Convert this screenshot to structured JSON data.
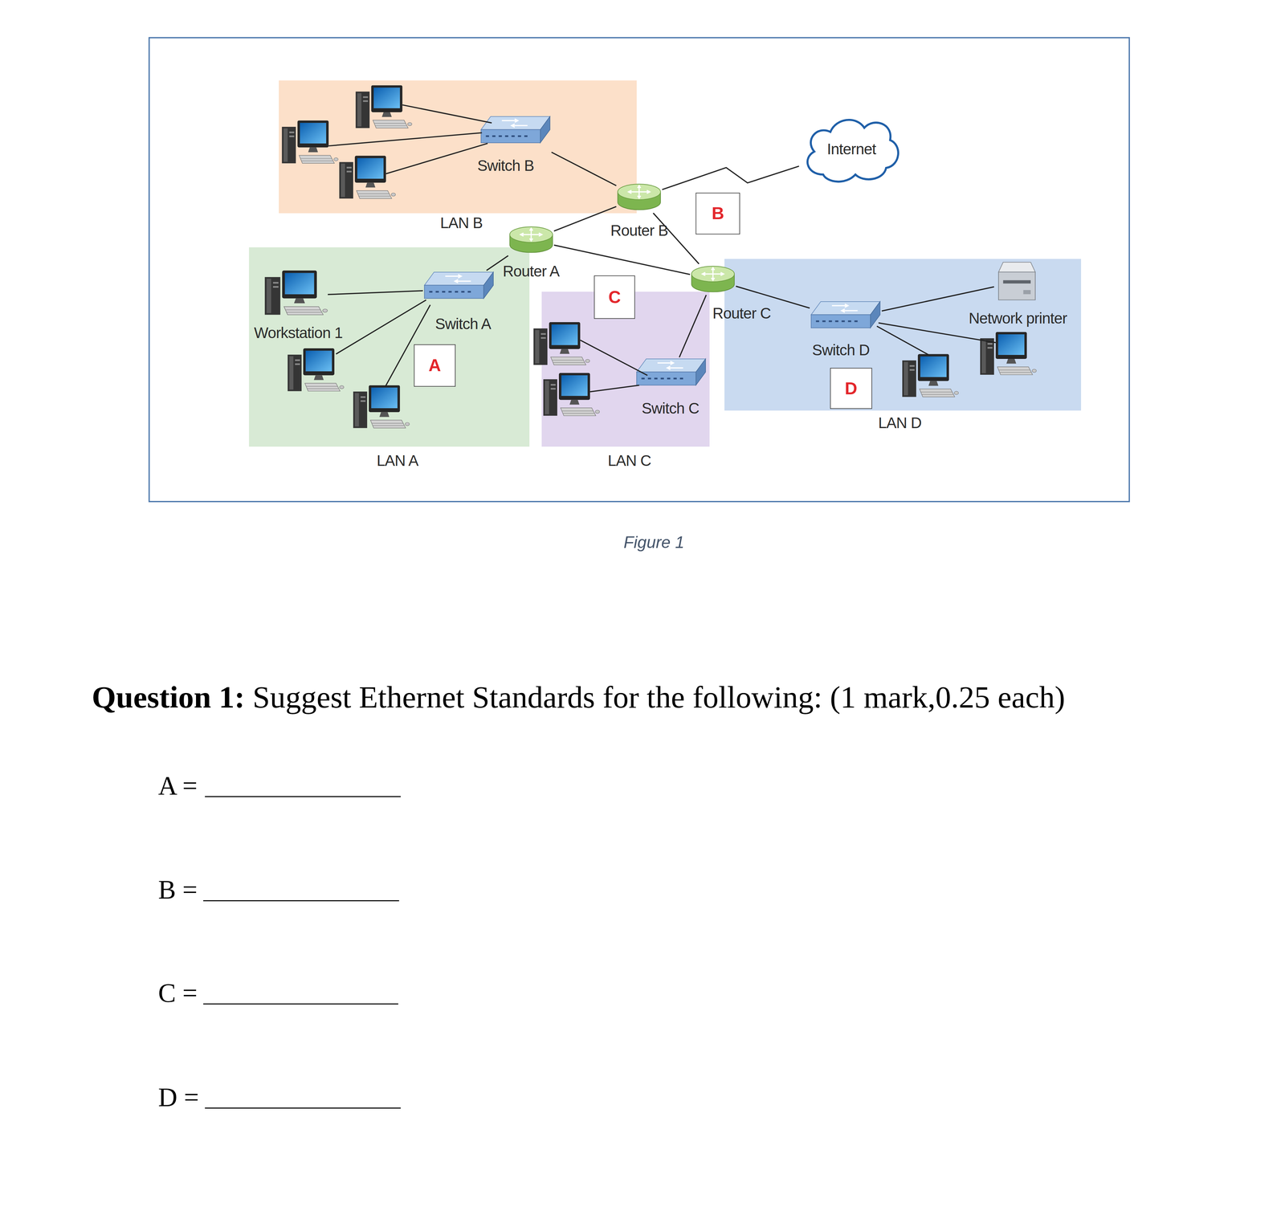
{
  "diagram": {
    "caption": "Figure 1",
    "nodes": [
      {
        "text": [
          "LAN B"
        ]
      },
      {
        "text": [
          "Switch B"
        ],
        "in": 0
      },
      {
        "text": [
          "Internet"
        ]
      },
      {
        "text": [
          "Router B"
        ]
      },
      {
        "text": [
          "B"
        ]
      },
      {
        "text": [
          "Router A"
        ]
      },
      {
        "text": [
          "LAN A"
        ]
      },
      {
        "text": [
          "Switch A"
        ],
        "in": 6
      },
      {
        "text": [
          "Workstation 1"
        ],
        "in": 6
      },
      {
        "text": [
          "A"
        ],
        "in": 6
      },
      {
        "text": [
          "C"
        ]
      },
      {
        "text": [
          "LAN C"
        ]
      },
      {
        "text": [
          "Router C"
        ]
      },
      {
        "text": [
          "Switch C"
        ],
        "in": 11
      },
      {
        "text": [
          "LAN D"
        ]
      },
      {
        "text": [
          "Switch D"
        ],
        "in": 14
      },
      {
        "text": [
          "D"
        ],
        "in": 14
      },
      {
        "text": [
          "Network printer"
        ],
        "in": 14
      }
    ],
    "edges": [
      {
        "from": 1,
        "to": 3,
        "arrow": "none"
      },
      {
        "from": 3,
        "to": 2,
        "arrow": "none"
      },
      {
        "from": 5,
        "to": 3,
        "arrow": "none"
      },
      {
        "from": 5,
        "to": 7,
        "arrow": "none"
      },
      {
        "from": 8,
        "to": 7,
        "arrow": "none"
      },
      {
        "from": 5,
        "to": 12,
        "arrow": "none"
      },
      {
        "from": 3,
        "to": 12,
        "arrow": "none"
      },
      {
        "from": 12,
        "to": 13,
        "arrow": "none"
      },
      {
        "from": 12,
        "to": 15,
        "arrow": "none"
      },
      {
        "from": 15,
        "to": 17,
        "arrow": "none"
      }
    ],
    "labels": [
      "Question 1:",
      "Suggest Ethernet Standards for the following: (1 mark,0.25 each)",
      "A =",
      "B =",
      "C =",
      "D ="
    ]
  }
}
